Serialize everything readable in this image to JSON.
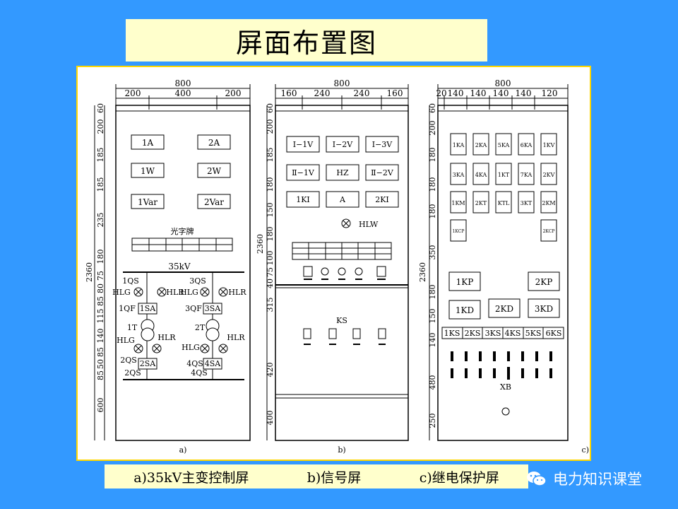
{
  "title": "屏面布置图",
  "caption": {
    "a": "a)35kV主变控制屏",
    "b": "b)信号屏",
    "c": "c)继电保护屏"
  },
  "brand": {
    "name": "电力知识课堂",
    "icon": "wechat-icon"
  },
  "colors": {
    "background": "#3399FF",
    "title_bg": "#FFFFCC",
    "frame_border": "#FFD700"
  },
  "panels": {
    "a": {
      "total_width": "800",
      "top_widths": [
        "200",
        "400",
        "200"
      ],
      "total_height": "2360",
      "heights": [
        "60",
        "200",
        "185",
        "185",
        "235",
        "180",
        "75",
        "80",
        "85",
        "115",
        "140",
        "85",
        "50",
        "85",
        "600"
      ],
      "meters": [
        "1A",
        "2A",
        "1W",
        "2W",
        "1Var",
        "2Var"
      ],
      "annunciator_label": "光字牌",
      "bus_label": "35kV",
      "left_labels": [
        "1QS",
        "HLG",
        "HLR",
        "1QF",
        "1SA",
        "1T",
        "HLG",
        "HLR",
        "2QS",
        "2SA",
        "2QS"
      ],
      "right_labels": [
        "3QS",
        "HLG",
        "HLR",
        "3QF",
        "3SA",
        "2T",
        "HLR",
        "HLG",
        "4QS",
        "4SA",
        "4QS"
      ],
      "sub_caption": "a)"
    },
    "b": {
      "total_width": "800",
      "top_widths": [
        "160",
        "240",
        "240",
        "160"
      ],
      "total_height": "2360",
      "heights": [
        "60",
        "200",
        "185",
        "180",
        "150",
        "180",
        "100",
        "75",
        "40",
        "315",
        "420",
        "400"
      ],
      "instruments": [
        "Ⅰ−1V",
        "Ⅰ−2V",
        "Ⅰ−3V",
        "Ⅱ−1V",
        "HZ",
        "Ⅱ−2V",
        "1KI",
        "A",
        "2KI"
      ],
      "hlw_label": "HLW",
      "ks_label": "KS",
      "sub_caption": "b)"
    },
    "c": {
      "total_width": "800",
      "top_widths": [
        "20",
        "140",
        "140",
        "140",
        "140",
        "120"
      ],
      "total_height": "2360",
      "heights": [
        "60",
        "200",
        "180",
        "180",
        "180",
        "350",
        "180",
        "150",
        "140",
        "480",
        "250"
      ],
      "relays_row1": [
        "1KA",
        "2KA",
        "5KA",
        "6KA",
        "1KV"
      ],
      "relays_row2": [
        "3KA",
        "4KA",
        "1KT",
        "7KA",
        "2KV"
      ],
      "relays_row3": [
        "1KM",
        "2KT",
        "KTL",
        "3KT",
        "2KM"
      ],
      "kcp": [
        "1KCP",
        "2KCP"
      ],
      "kp": [
        "1KP",
        "2KP"
      ],
      "kd": [
        "1KD",
        "2KD",
        "3KD"
      ],
      "ks": [
        "1KS",
        "2KS",
        "3KS",
        "4KS",
        "5KS",
        "6KS"
      ],
      "xb_label": "XB",
      "sub_caption": "c)"
    }
  }
}
